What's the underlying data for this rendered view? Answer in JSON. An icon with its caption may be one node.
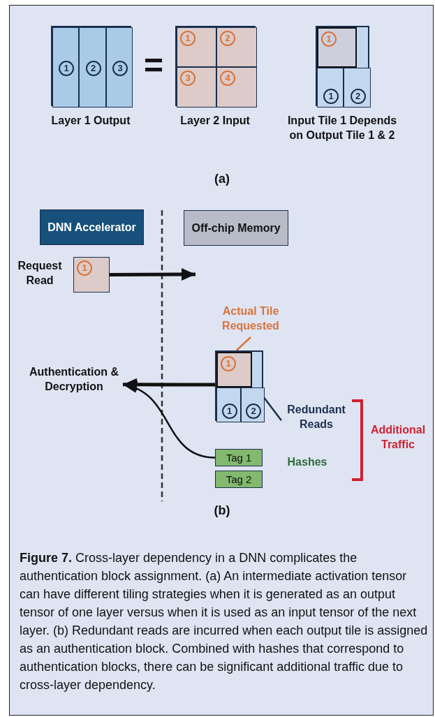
{
  "diagram": {
    "caption": "**Figure 7.** Cross-layer dependency in a DNN complicates the authentication block assignment. (a) An intermediate activation tensor can have different tiling strategies when it is generated as an output tensor of one layer versus when it is used as an input tensor of the next layer. (b) Redundant reads are incurred when each output tile is assigned as an authentication block. Combined with hashes that correspond to authentication blocks, there can be significant additional traffic due to cross-layer dependency.",
    "nodes": [
      {
        "text": [],
        "shape": "box",
        "beside": [
          "Layer 1 Output"
        ]
      },
      {
        "text": [
          "1"
        ],
        "in": 0
      },
      {
        "text": [
          "2"
        ],
        "in": 0
      },
      {
        "text": [
          "3"
        ],
        "in": 0
      },
      {
        "text": [],
        "shape": "box",
        "beside": [
          "Layer 2 Input"
        ]
      },
      {
        "text": [
          "1"
        ],
        "in": 4
      },
      {
        "text": [
          "2"
        ],
        "in": 4
      },
      {
        "text": [
          "3"
        ],
        "in": 4
      },
      {
        "text": [
          "4"
        ],
        "in": 4
      },
      {
        "text": [],
        "shape": "box",
        "beside": [
          "Input Tile 1 Depends on Output Tile 1 & 2"
        ]
      },
      {
        "text": [
          "1"
        ],
        "in": 9
      },
      {
        "text": [
          "1"
        ],
        "in": 9
      },
      {
        "text": [
          "2"
        ],
        "in": 9
      },
      {
        "text": [
          "DNN Accelerator"
        ]
      },
      {
        "text": [
          "Off-chip Memory"
        ]
      },
      {
        "text": [
          "1"
        ],
        "beside": [
          "Request Read"
        ]
      },
      {
        "text": [
          "Authentication & Decryption"
        ]
      },
      {
        "text": [],
        "shape": "box"
      },
      {
        "text": [
          "1"
        ],
        "in": 17
      },
      {
        "text": [
          "1"
        ],
        "in": 17
      },
      {
        "text": [
          "2"
        ],
        "in": 17
      },
      {
        "text": [
          "Tag 1"
        ]
      },
      {
        "text": [
          "Tag 2"
        ]
      },
      {
        "text": [
          "Actual Tile Requested"
        ]
      },
      {
        "text": [
          "Redundant Reads"
        ]
      }
    ],
    "edges": [
      {
        "from": 15,
        "to": null,
        "arrow": "to",
        "style": "thick"
      },
      {
        "from": 17,
        "to": 16,
        "arrow": "to",
        "style": "thick"
      },
      {
        "from": 21,
        "to": 16,
        "arrow": "to"
      },
      {
        "from": 23,
        "to": 18,
        "arrow": "none",
        "color": "#d9733a"
      },
      {
        "from": 24,
        "to": 20,
        "arrow": "none",
        "color": "#1a2f4f"
      }
    ],
    "labels": [
      "=",
      "(a)",
      "Hashes",
      "Additional Traffic",
      "(b)"
    ]
  }
}
